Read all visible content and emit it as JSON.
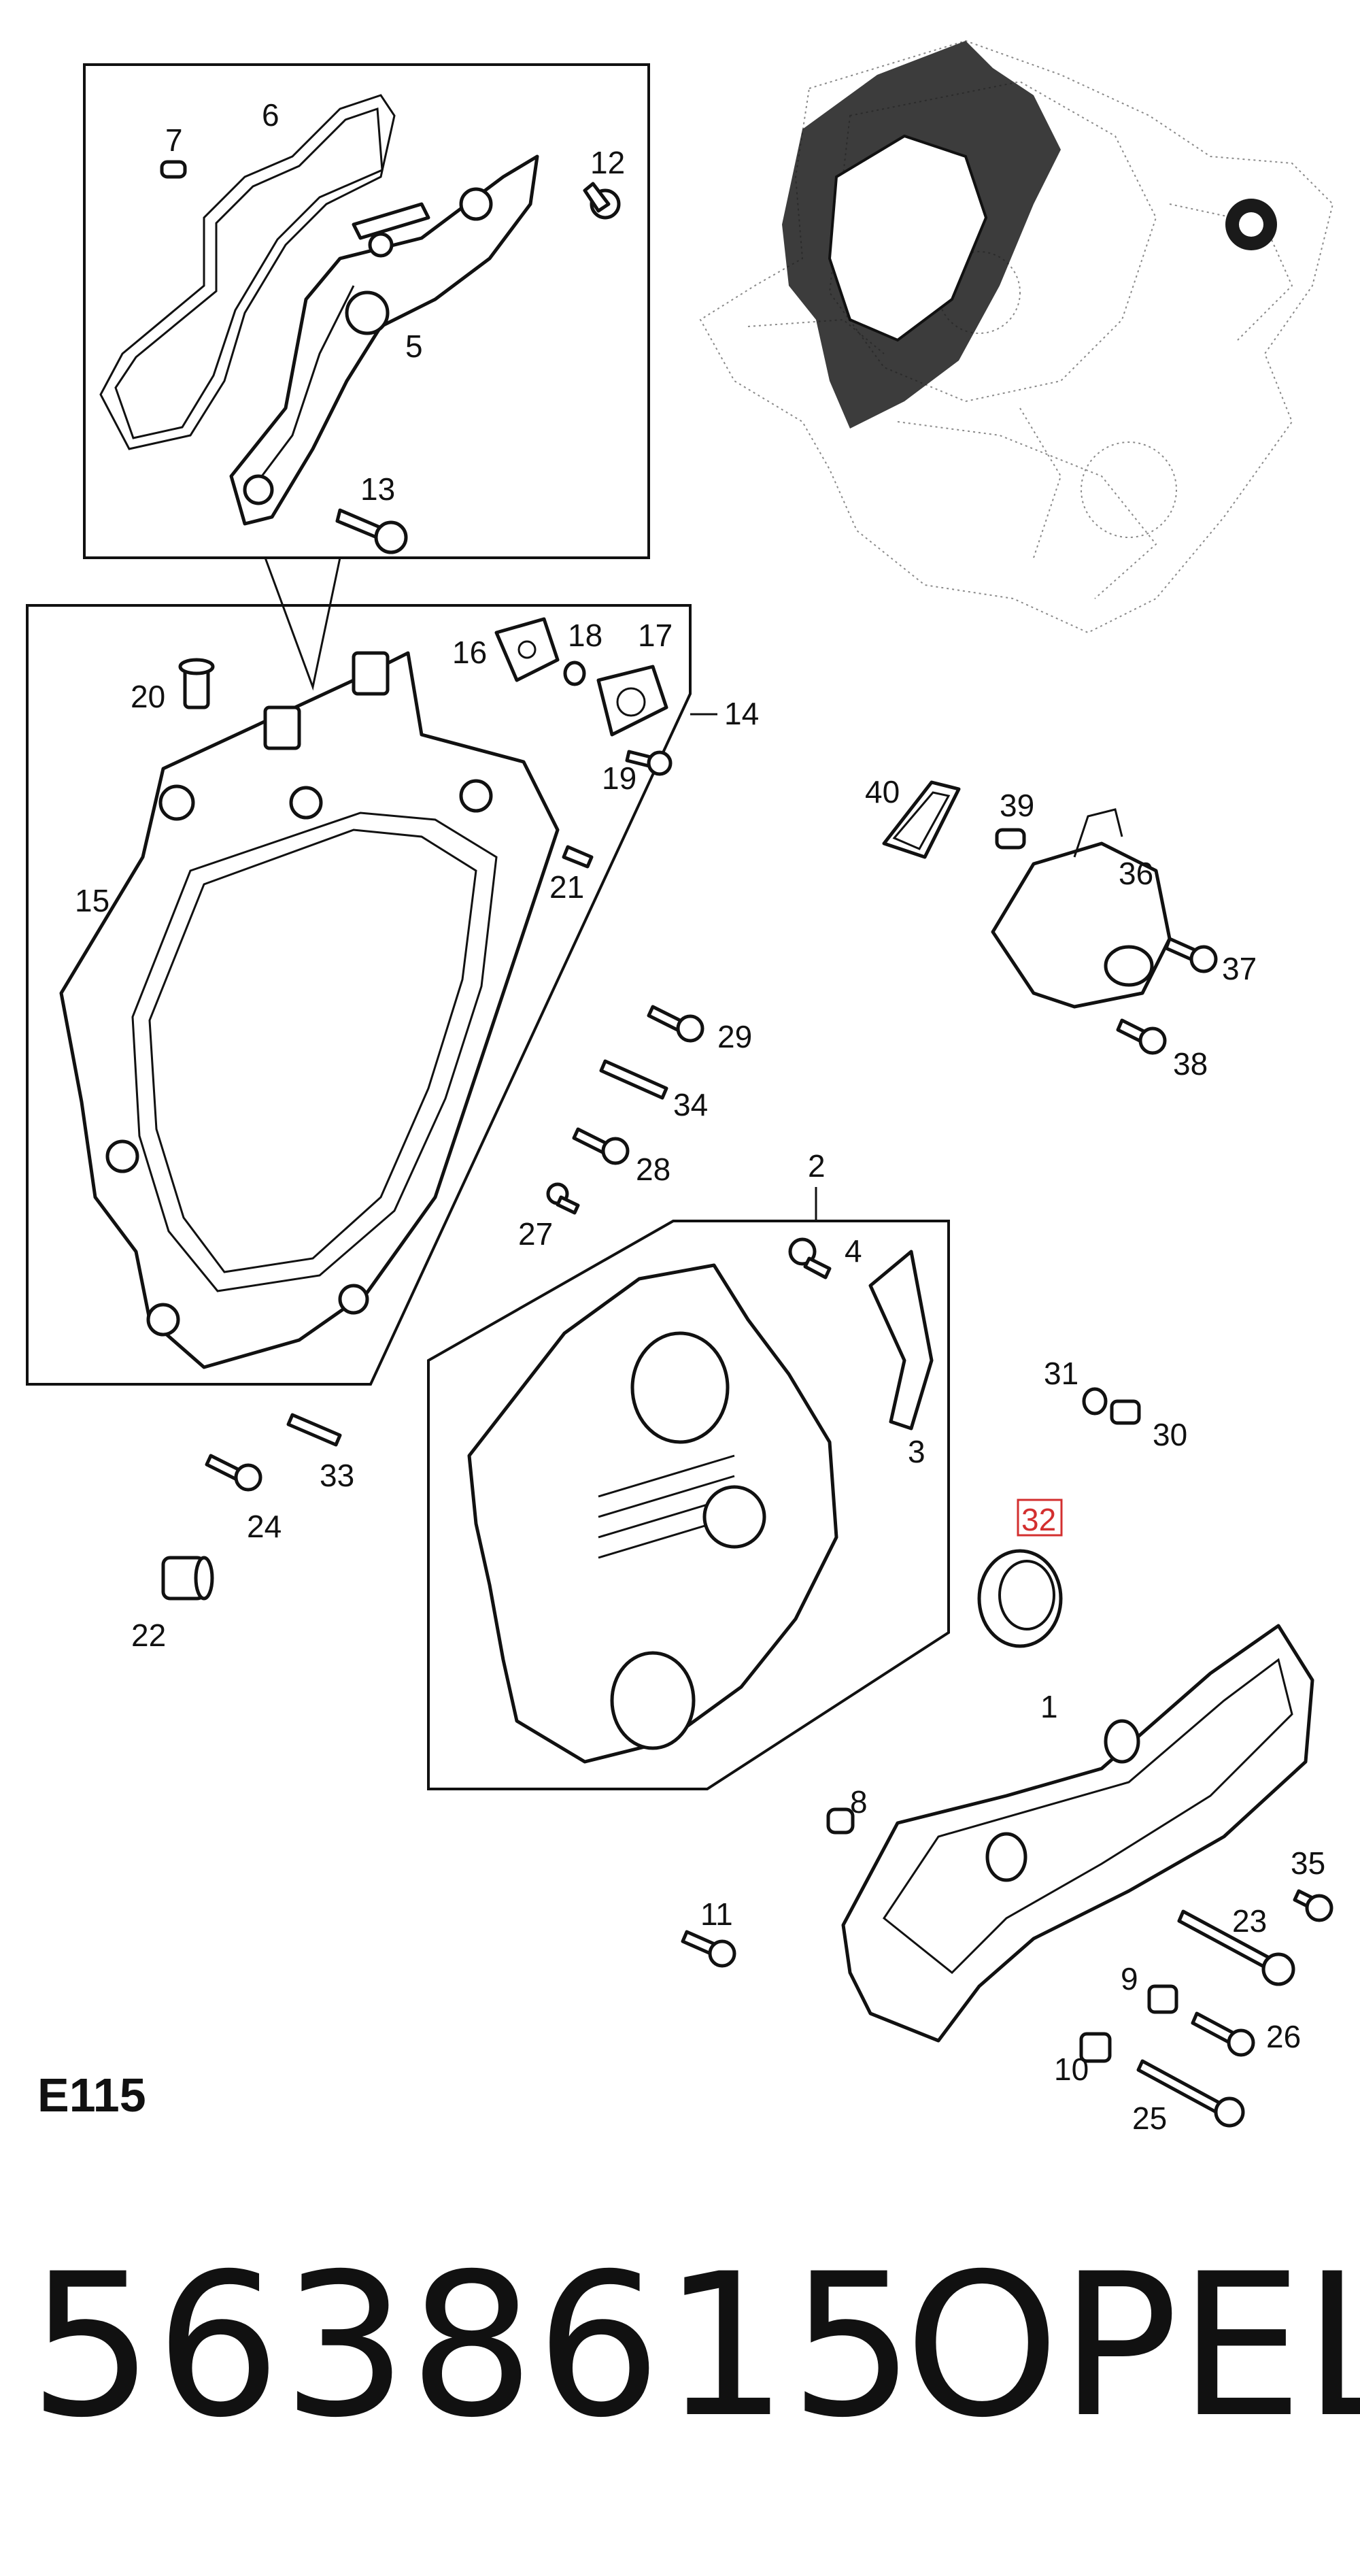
{
  "diagram": {
    "sheet_code": "E115",
    "part_number": "5638615",
    "brand": "OPEL",
    "highlighted_callout": "32",
    "highlight_color": "#d32f2f",
    "callouts": {
      "c1": "1",
      "c2": "2",
      "c3": "3",
      "c4": "4",
      "c5": "5",
      "c6": "6",
      "c7": "7",
      "c8": "8",
      "c9": "9",
      "c10": "10",
      "c11": "11",
      "c12": "12",
      "c13": "13",
      "c14": "14",
      "c15": "15",
      "c16": "16",
      "c17": "17",
      "c18": "18",
      "c19": "19",
      "c20": "20",
      "c21": "21",
      "c22": "22",
      "c23": "23",
      "c24": "24",
      "c25": "25",
      "c26": "26",
      "c27": "27",
      "c28": "28",
      "c29": "29",
      "c30": "30",
      "c31": "31",
      "c32": "32",
      "c33": "33",
      "c34": "34",
      "c35": "35",
      "c36": "36",
      "c37": "37",
      "c38": "38",
      "c39": "39",
      "c40": "40"
    }
  }
}
